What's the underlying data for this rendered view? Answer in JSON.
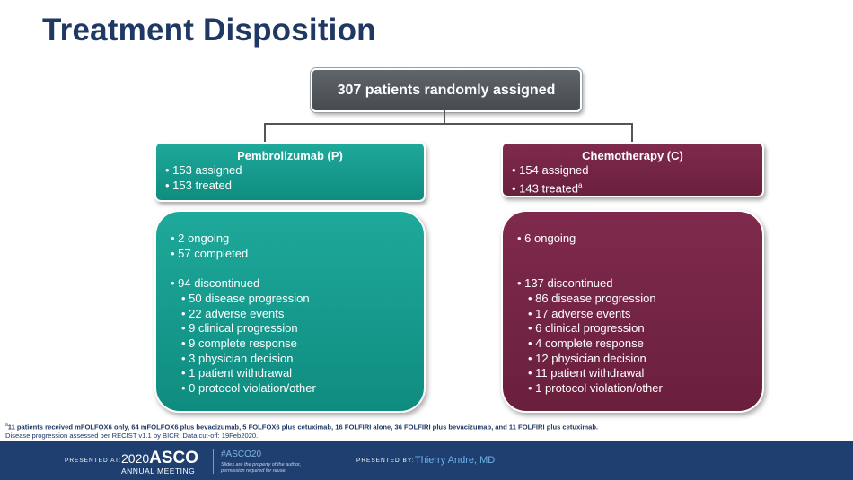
{
  "title": "Treatment Disposition",
  "top_box": "307 patients randomly assigned",
  "arms": {
    "left": {
      "header": "Pembrolizumab (P)",
      "header_lines": [
        "• 153 assigned",
        "• 153 treated"
      ],
      "body_lines": [
        {
          "text": "•  2 ongoing",
          "level": 1
        },
        {
          "text": "•  57 completed",
          "level": 1
        },
        {
          "text": "",
          "level": 1
        },
        {
          "text": "•  94 discontinued",
          "level": 1
        },
        {
          "text": "• 50 disease progression",
          "level": 2
        },
        {
          "text": "• 22 adverse events",
          "level": 2
        },
        {
          "text": "• 9 clinical progression",
          "level": 2
        },
        {
          "text": "• 9 complete response",
          "level": 2
        },
        {
          "text": "• 3 physician decision",
          "level": 2
        },
        {
          "text": "• 1 patient withdrawal",
          "level": 2
        },
        {
          "text": "• 0 protocol violation/other",
          "level": 2
        }
      ],
      "color": "#139a8d"
    },
    "right": {
      "header": "Chemotherapy (C)",
      "header_lines": [
        "• 154 assigned",
        "• 143 treated",
        "a"
      ],
      "body_lines": [
        {
          "text": "•  6 ongoing",
          "level": 1
        },
        {
          "text": "",
          "level": 1
        },
        {
          "text": "",
          "level": 1
        },
        {
          "text": "•  137 discontinued",
          "level": 1
        },
        {
          "text": "• 86 disease progression",
          "level": 2
        },
        {
          "text": "• 17 adverse events",
          "level": 2
        },
        {
          "text": "• 6 clinical progression",
          "level": 2
        },
        {
          "text": "• 4 complete response",
          "level": 2
        },
        {
          "text": "• 12 physician decision",
          "level": 2
        },
        {
          "text": "• 11 patient withdrawal",
          "level": 2
        },
        {
          "text": "• 1 protocol violation/other",
          "level": 2
        }
      ],
      "color": "#742447"
    }
  },
  "footnotes": {
    "line1_sup": "a",
    "line1": "11 patients received mFOLFOX6 only, 64 mFOLFOX6 plus bevacizumab, 5 FOLFOX6 plus cetuximab, 16 FOLFIRI alone, 36 FOLFIRI plus bevacizumab, and 11 FOLFIRI plus cetuximab.",
    "line2": "Disease progression assessed per RECIST v1.1 by BICR; Data cut-off: 19Feb2020."
  },
  "footer": {
    "presented_at": "PRESENTED AT:",
    "year": "2020",
    "asco": "ASCO",
    "meeting": "ANNUAL MEETING",
    "hashtag": "#ASCO20",
    "rights_1": "Slides are the property of the author,",
    "rights_2": "permission required for reuse.",
    "presented_by": "PRESENTED BY:",
    "presenter": "Thierry Andre, MD"
  }
}
